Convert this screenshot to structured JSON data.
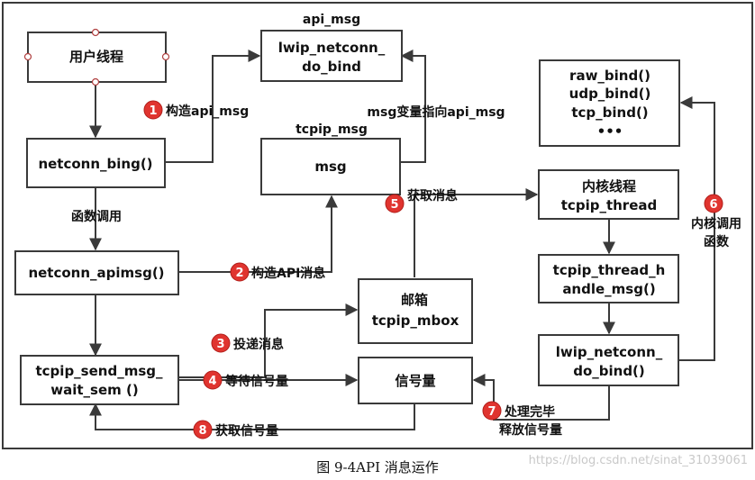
{
  "nodes": {
    "user_thread": "用户线程",
    "netconn_bing": "netconn_bing()",
    "netconn_apimsg": "netconn_apimsg()",
    "tcpip_send_msg": [
      "tcpip_send_msg_",
      "wait_sem  ()"
    ],
    "lwip_netconn_do_bind_top": [
      "lwip_netconn_",
      "do_bind"
    ],
    "msg": "msg",
    "mbox": [
      "邮箱",
      "tcpip_mbox"
    ],
    "semaphore": "信号量",
    "bind_funcs": [
      "raw_bind()",
      "udp_bind()",
      "tcp_bind()",
      "•••"
    ],
    "kernel_thread": [
      "内核线程",
      "tcpip_thread"
    ],
    "thread_handle": [
      "tcpip_thread_h",
      "andle_msg()"
    ],
    "lwip_netconn_do_bind_bottom": [
      "lwip_netconn_",
      "do_bind()"
    ]
  },
  "labels": {
    "api_msg": "api_msg",
    "tcpip_msg": "tcpip_msg",
    "call_func": "函数调用",
    "msg_points": "msg变量指向api_msg"
  },
  "steps": [
    {
      "num": "1",
      "text": "构造api_msg"
    },
    {
      "num": "2",
      "text": "构造API消息"
    },
    {
      "num": "3",
      "text": "投递消息"
    },
    {
      "num": "4",
      "text": "等待信号量"
    },
    {
      "num": "5",
      "text": "获取消息"
    },
    {
      "num": "6",
      "text": [
        "内核调用",
        "函数"
      ]
    },
    {
      "num": "7",
      "text": [
        "处理完毕",
        "释放信号量"
      ]
    },
    {
      "num": "8",
      "text": "获取信号量"
    }
  ],
  "caption": "图 9-4API 消息运作",
  "watermark": "https://blog.csdn.net/sinat_31039061",
  "colors": {
    "step_marker": "#e0342f",
    "box_stroke": "#3a3a3a"
  }
}
